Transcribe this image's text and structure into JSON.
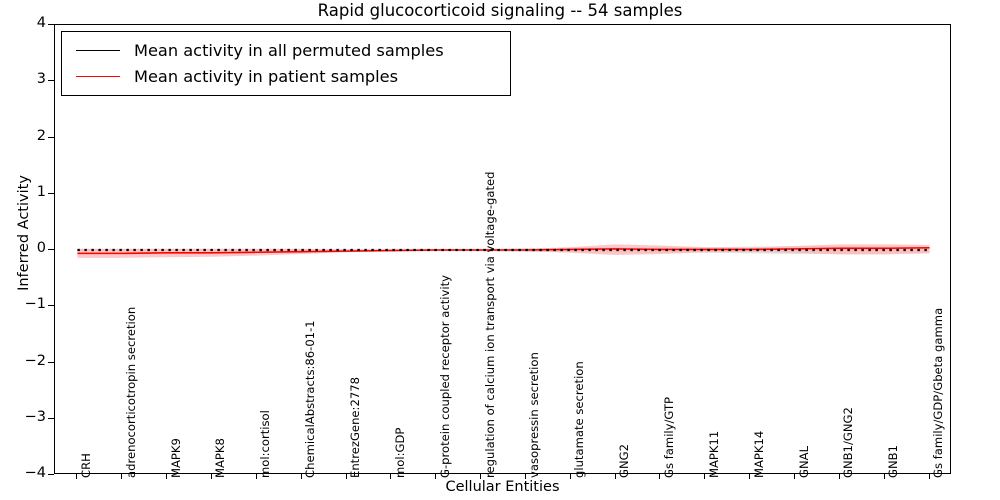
{
  "chart_data": {
    "type": "line",
    "title": "Rapid glucocorticoid signaling -- 54 samples",
    "xlabel": "Cellular Entities",
    "ylabel": "Inferred Activity",
    "ylim": [
      -4,
      4
    ],
    "yticks": [
      4,
      3,
      2,
      1,
      0,
      -1,
      -2,
      -3,
      -4
    ],
    "ytick_labels": [
      "4",
      "3",
      "2",
      "1",
      "0",
      "−1",
      "−2",
      "−3",
      "−4"
    ],
    "grid": false,
    "legend_position": "upper left",
    "n_samples": 54,
    "categories": [
      "CRH",
      "adrenocorticotropin secretion",
      "MAPK9",
      "MAPK8",
      "mol:cortisol",
      "ChemicalAbstracts:86-01-1",
      "EntrezGene:2778",
      "mol:GDP",
      "G-protein coupled receptor activity",
      "regulation of calcium ion transport via voltage-gated",
      "vasopressin secretion",
      "glutamate secretion",
      "GNG2",
      "Gs family/GTP",
      "MAPK11",
      "MAPK14",
      "GNAL",
      "GNB1/GNG2",
      "GNB1",
      "Gs family/GDP/Gbeta gamma"
    ],
    "series": [
      {
        "name": "Mean activity in all permuted samples",
        "color": "#000000",
        "style": "dotted",
        "values": [
          0.0,
          0.0,
          0.0,
          0.0,
          0.0,
          0.0,
          0.0,
          0.0,
          0.0,
          0.0,
          0.0,
          0.0,
          0.0,
          0.0,
          0.0,
          0.0,
          0.0,
          0.0,
          0.0,
          0.0
        ],
        "band_color": "#c8c8c8",
        "band_lower": [
          -0.02,
          -0.02,
          -0.02,
          -0.02,
          -0.02,
          -0.02,
          -0.02,
          -0.02,
          -0.02,
          -0.02,
          -0.03,
          -0.04,
          -0.05,
          -0.05,
          -0.05,
          -0.06,
          -0.07,
          -0.07,
          -0.06,
          -0.05
        ],
        "band_upper": [
          0.02,
          0.02,
          0.02,
          0.02,
          0.02,
          0.02,
          0.02,
          0.02,
          0.02,
          0.02,
          0.03,
          0.04,
          0.05,
          0.05,
          0.05,
          0.06,
          0.07,
          0.07,
          0.06,
          0.05
        ]
      },
      {
        "name": "Mean activity in patient samples",
        "color": "#ff0000",
        "style": "solid",
        "values": [
          -0.06,
          -0.06,
          -0.05,
          -0.05,
          -0.04,
          -0.03,
          -0.02,
          -0.01,
          0.0,
          0.0,
          0.0,
          0.01,
          0.02,
          0.01,
          0.01,
          0.01,
          0.02,
          0.03,
          0.03,
          0.04
        ],
        "band_color": "#ffb3b3",
        "band_lower": [
          -0.14,
          -0.14,
          -0.13,
          -0.12,
          -0.1,
          -0.07,
          -0.04,
          -0.02,
          -0.01,
          -0.01,
          -0.02,
          -0.05,
          -0.09,
          -0.07,
          -0.04,
          -0.03,
          -0.05,
          -0.08,
          -0.08,
          -0.06
        ],
        "band_upper": [
          0.02,
          0.02,
          0.02,
          0.02,
          0.02,
          0.02,
          0.01,
          0.01,
          0.01,
          0.01,
          0.02,
          0.05,
          0.1,
          0.08,
          0.05,
          0.04,
          0.07,
          0.1,
          0.1,
          0.09
        ]
      }
    ]
  },
  "legend": {
    "entries": [
      {
        "label": "Mean activity in all permuted samples",
        "color": "#000000"
      },
      {
        "label": "Mean activity in patient samples",
        "color": "#ff0000"
      }
    ]
  },
  "colors": {
    "permuted_line": "#000000",
    "patient_line": "#ff0000",
    "permuted_band": "#c8c8c8",
    "patient_band": "#ffb3b3",
    "axis": "#000000",
    "background": "#ffffff"
  }
}
